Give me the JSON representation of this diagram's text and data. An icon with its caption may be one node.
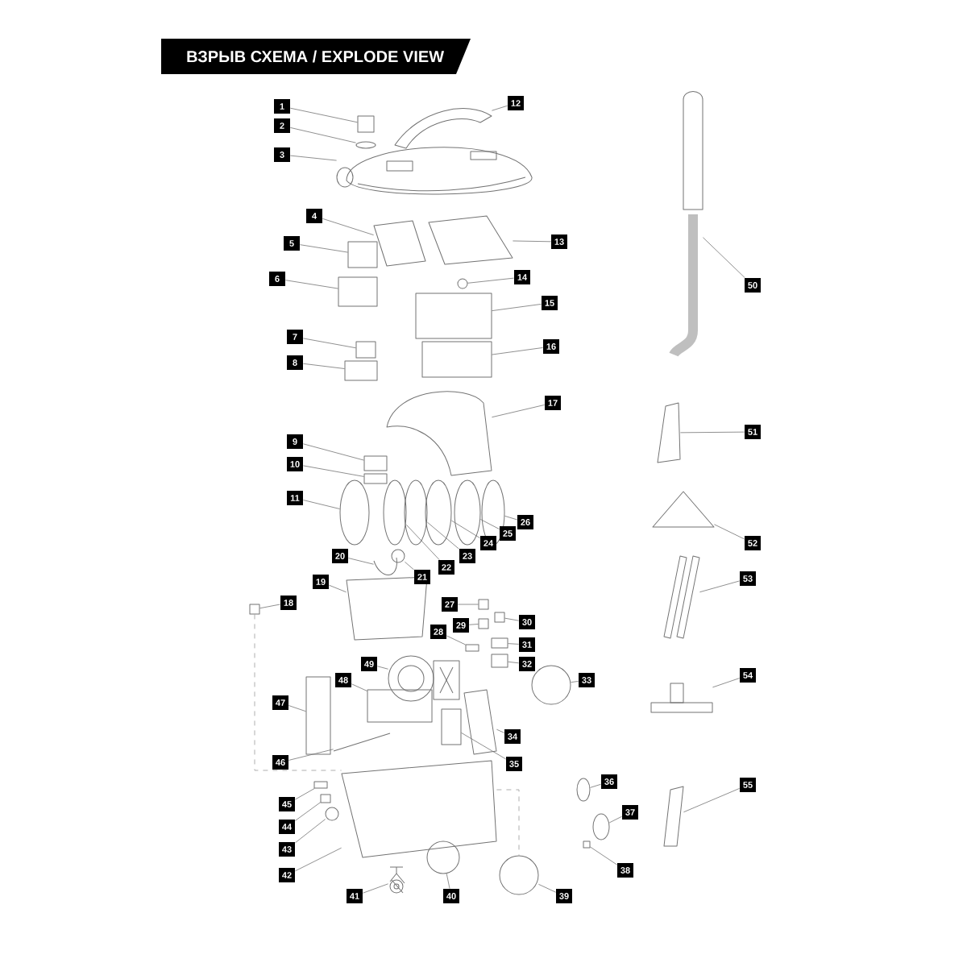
{
  "diagram": {
    "title": "ВЗРЫВ СХЕМА / EXPLODE VIEW",
    "nodes": [
      {
        "text": [
          "1"
        ]
      },
      {
        "text": [
          "2"
        ]
      },
      {
        "text": [
          "3"
        ]
      },
      {
        "text": [
          "4"
        ]
      },
      {
        "text": [
          "5"
        ]
      },
      {
        "text": [
          "6"
        ]
      },
      {
        "text": [
          "7"
        ]
      },
      {
        "text": [
          "8"
        ]
      },
      {
        "text": [
          "9"
        ]
      },
      {
        "text": [
          "10"
        ]
      },
      {
        "text": [
          "11"
        ]
      },
      {
        "text": [
          "12"
        ]
      },
      {
        "text": [
          "13"
        ]
      },
      {
        "text": [
          "14"
        ]
      },
      {
        "text": [
          "15"
        ]
      },
      {
        "text": [
          "16"
        ]
      },
      {
        "text": [
          "17"
        ]
      },
      {
        "text": [
          "18"
        ]
      },
      {
        "text": [
          "19"
        ]
      },
      {
        "text": [
          "20"
        ]
      },
      {
        "text": [
          "21"
        ]
      },
      {
        "text": [
          "22"
        ]
      },
      {
        "text": [
          "23"
        ]
      },
      {
        "text": [
          "24"
        ]
      },
      {
        "text": [
          "25"
        ]
      },
      {
        "text": [
          "26"
        ]
      },
      {
        "text": [
          "27"
        ]
      },
      {
        "text": [
          "28"
        ]
      },
      {
        "text": [
          "29"
        ]
      },
      {
        "text": [
          "30"
        ]
      },
      {
        "text": [
          "31"
        ]
      },
      {
        "text": [
          "32"
        ]
      },
      {
        "text": [
          "33"
        ]
      },
      {
        "text": [
          "34"
        ]
      },
      {
        "text": [
          "35"
        ]
      },
      {
        "text": [
          "36"
        ]
      },
      {
        "text": [
          "37"
        ]
      },
      {
        "text": [
          "38"
        ]
      },
      {
        "text": [
          "39"
        ]
      },
      {
        "text": [
          "40"
        ]
      },
      {
        "text": [
          "41"
        ]
      },
      {
        "text": [
          "42"
        ]
      },
      {
        "text": [
          "43"
        ]
      },
      {
        "text": [
          "44"
        ]
      },
      {
        "text": [
          "45"
        ]
      },
      {
        "text": [
          "46"
        ]
      },
      {
        "text": [
          "47"
        ]
      },
      {
        "text": [
          "48"
        ]
      },
      {
        "text": [
          "49"
        ]
      },
      {
        "text": [
          "50"
        ]
      },
      {
        "text": [
          "51"
        ]
      },
      {
        "text": [
          "52"
        ]
      },
      {
        "text": [
          "53"
        ]
      },
      {
        "text": [
          "54"
        ]
      },
      {
        "text": [
          "55"
        ]
      },
      {
        "text": [],
        "shape": "box"
      },
      {
        "text": [],
        "shape": "circle"
      },
      {
        "text": [],
        "shape": "picture"
      },
      {
        "text": [],
        "shape": "picture"
      },
      {
        "text": [],
        "shape": "box"
      },
      {
        "text": [],
        "shape": "box"
      },
      {
        "text": [],
        "shape": "box"
      },
      {
        "text": [],
        "shape": "box"
      },
      {
        "text": [],
        "shape": "box"
      },
      {
        "text": [],
        "shape": "box"
      },
      {
        "text": [],
        "shape": "circle"
      },
      {
        "text": [],
        "shape": "picture"
      },
      {
        "text": [],
        "shape": "picture"
      },
      {
        "text": [],
        "shape": "circle"
      },
      {
        "text": [],
        "shape": "box"
      },
      {
        "text": [],
        "shape": "box"
      },
      {
        "text": [],
        "shape": "picture"
      },
      {
        "text": [],
        "shape": "box"
      },
      {
        "text": [],
        "shape": "picture"
      },
      {
        "text": [],
        "shape": "picture"
      },
      {
        "text": [],
        "shape": "circle"
      },
      {
        "text": [],
        "shape": "circle"
      },
      {
        "text": [],
        "shape": "circle"
      },
      {
        "text": [],
        "shape": "circle"
      },
      {
        "text": [],
        "shape": "circle"
      },
      {
        "text": [],
        "shape": "circle"
      },
      {
        "text": [],
        "shape": "box"
      },
      {
        "text": [],
        "shape": "box"
      },
      {
        "text": [],
        "shape": "box"
      },
      {
        "text": [],
        "shape": "box"
      },
      {
        "text": [],
        "shape": "box"
      },
      {
        "text": [],
        "shape": "box"
      },
      {
        "text": [],
        "shape": "circle"
      },
      {
        "text": [],
        "shape": "picture"
      },
      {
        "text": [],
        "shape": "box"
      },
      {
        "text": [],
        "shape": "circle"
      },
      {
        "text": [],
        "shape": "circle"
      },
      {
        "text": [],
        "shape": "box"
      },
      {
        "text": [],
        "shape": "circle"
      },
      {
        "text": [],
        "shape": "circle"
      },
      {
        "text": [],
        "shape": "picture"
      },
      {
        "text": [],
        "shape": "picture"
      },
      {
        "text": [],
        "shape": "circle"
      },
      {
        "text": [],
        "shape": "box"
      },
      {
        "text": [],
        "shape": "box"
      },
      {
        "text": [],
        "shape": "picture"
      },
      {
        "text": [],
        "shape": "box"
      },
      {
        "text": [],
        "shape": "box"
      },
      {
        "text": [],
        "shape": "picture"
      },
      {
        "text": [],
        "shape": "picture"
      },
      {
        "text": [],
        "shape": "picture"
      },
      {
        "text": [],
        "shape": "picture"
      },
      {
        "text": [],
        "shape": "picture"
      },
      {
        "text": [],
        "shape": "picture"
      },
      {
        "text": [],
        "shape": "picture"
      }
    ],
    "edges": [
      {
        "from": 0,
        "to": 55,
        "arrow": "none"
      },
      {
        "from": 1,
        "to": 56,
        "arrow": "none"
      },
      {
        "from": 2,
        "to": 57,
        "arrow": "none"
      },
      {
        "from": 3,
        "to": 58,
        "arrow": "none"
      },
      {
        "from": 4,
        "to": 59,
        "arrow": "none"
      },
      {
        "from": 5,
        "to": 60,
        "arrow": "none"
      },
      {
        "from": 6,
        "to": 61,
        "arrow": "none"
      },
      {
        "from": 7,
        "to": 62,
        "arrow": "none"
      },
      {
        "from": 8,
        "to": 63,
        "arrow": "none"
      },
      {
        "from": 9,
        "to": 64,
        "arrow": "none"
      },
      {
        "from": 10,
        "to": 65,
        "arrow": "none"
      },
      {
        "from": 11,
        "to": 66,
        "arrow": "none"
      },
      {
        "from": 12,
        "to": 67,
        "arrow": "none"
      },
      {
        "from": 13,
        "to": 68,
        "arrow": "none"
      },
      {
        "from": 14,
        "to": 69,
        "arrow": "none"
      },
      {
        "from": 15,
        "to": 70,
        "arrow": "none"
      },
      {
        "from": 16,
        "to": 71,
        "arrow": "none"
      },
      {
        "from": 17,
        "to": 72,
        "arrow": "none"
      },
      {
        "from": 18,
        "to": 73,
        "arrow": "none"
      },
      {
        "from": 19,
        "to": 74,
        "arrow": "none"
      },
      {
        "from": 20,
        "to": 75,
        "arrow": "none"
      },
      {
        "from": 21,
        "to": 76,
        "arrow": "none"
      },
      {
        "from": 22,
        "to": 77,
        "arrow": "none"
      },
      {
        "from": 23,
        "to": 78,
        "arrow": "none"
      },
      {
        "from": 24,
        "to": 79,
        "arrow": "none"
      },
      {
        "from": 25,
        "to": 80,
        "arrow": "none"
      },
      {
        "from": 26,
        "to": 81,
        "arrow": "none"
      },
      {
        "from": 27,
        "to": 82,
        "arrow": "none"
      },
      {
        "from": 28,
        "to": 83,
        "arrow": "none"
      },
      {
        "from": 29,
        "to": 84,
        "arrow": "none"
      },
      {
        "from": 30,
        "to": 85,
        "arrow": "none"
      },
      {
        "from": 31,
        "to": 86,
        "arrow": "none"
      },
      {
        "from": 32,
        "to": 87,
        "arrow": "none"
      },
      {
        "from": 33,
        "to": 88,
        "arrow": "none"
      },
      {
        "from": 34,
        "to": 89,
        "arrow": "none"
      },
      {
        "from": 35,
        "to": 90,
        "arrow": "none"
      },
      {
        "from": 36,
        "to": 91,
        "arrow": "none"
      },
      {
        "from": 37,
        "to": 92,
        "arrow": "none"
      },
      {
        "from": 38,
        "to": 93,
        "arrow": "none"
      },
      {
        "from": 39,
        "to": 94,
        "arrow": "none"
      },
      {
        "from": 40,
        "to": 95,
        "arrow": "none"
      },
      {
        "from": 41,
        "to": 96,
        "arrow": "none"
      },
      {
        "from": 42,
        "to": 97,
        "arrow": "none"
      },
      {
        "from": 43,
        "to": 98,
        "arrow": "none"
      },
      {
        "from": 44,
        "to": 99,
        "arrow": "none"
      },
      {
        "from": 45,
        "to": 100,
        "arrow": "none"
      },
      {
        "from": 46,
        "to": 101,
        "arrow": "none"
      },
      {
        "from": 47,
        "to": 102,
        "arrow": "none"
      },
      {
        "from": 48,
        "to": 103,
        "arrow": "none"
      },
      {
        "from": 49,
        "to": 104,
        "arrow": "none"
      },
      {
        "from": 50,
        "to": 105,
        "arrow": "none"
      },
      {
        "from": 51,
        "to": 106,
        "arrow": "none"
      },
      {
        "from": 52,
        "to": 107,
        "arrow": "none"
      },
      {
        "from": 53,
        "to": 108,
        "arrow": "none"
      },
      {
        "from": 54,
        "to": 109,
        "arrow": "none"
      },
      {
        "from": 72,
        "to": 96,
        "arrow": "none",
        "style": "dashed"
      },
      {
        "from": 96,
        "to": 93,
        "arrow": "none",
        "style": "dashed"
      }
    ]
  }
}
